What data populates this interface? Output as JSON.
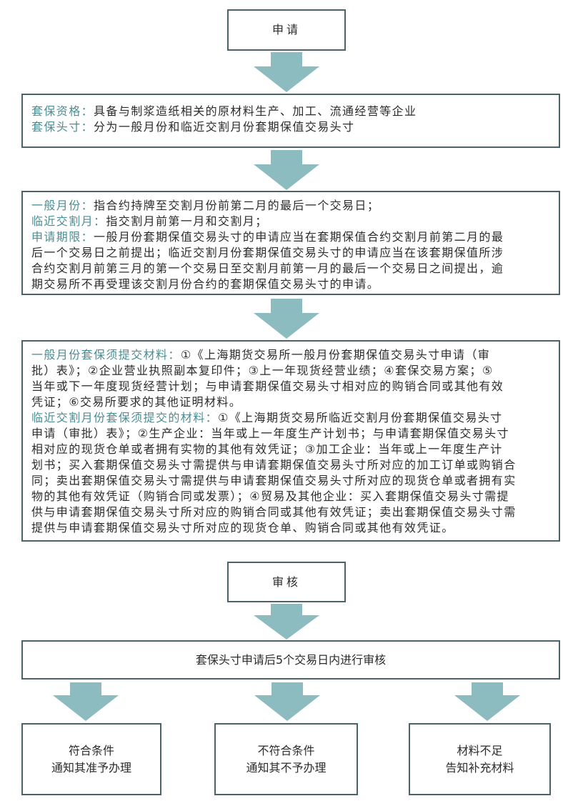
{
  "colors": {
    "arrow": "#8dbcc0",
    "border": "#4b6266",
    "label": "#4a8e93"
  },
  "step_apply": {
    "title": "申请"
  },
  "qualification": {
    "lines": [
      {
        "label": "套保资格：",
        "text": "具备与制浆造纸相关的原材料生产、加工、流通经营等企业"
      },
      {
        "label": "套保头寸：",
        "text": "分为一般月份和临近交割月份套期保值交易头寸"
      }
    ]
  },
  "periods": {
    "lines": [
      {
        "label": "一般月份：",
        "text": "指合约持牌至交割月份前第二月的最后一个交易日；"
      },
      {
        "label": "临近交割月：",
        "text": "指交割月前第一月和交割月；"
      },
      {
        "label": "申请期限：",
        "text": "一般月份套期保值交易头寸的申请应当在套期保值合约交割月前第二月的最"
      },
      {
        "label": "",
        "text": "后一个交易日之前提出；临近交割月份套期保值交易头寸的申请应当在该套期保值所涉"
      },
      {
        "label": "",
        "text": "合约交割月前第三月的第一个交易日至交割月前第一月的最后一个交易日之间提出，逾"
      },
      {
        "label": "",
        "text": "期交易所不再受理该交割月份合约的套期保值交易头寸的申请。"
      }
    ]
  },
  "materials": {
    "lines": [
      {
        "label": "一般月份套保须提交材料：",
        "text": "①《上海期货交易所一般月份套期保值交易头寸申请（审"
      },
      {
        "label": "",
        "text": "批）表》；②企业营业执照副本复印件；③上一年现货经营业绩；④套保交易方案；⑤"
      },
      {
        "label": "",
        "text": "当年或下一年度现货经营计划；与申请套期保值交易头寸相对应的购销合同或其他有效"
      },
      {
        "label": "",
        "text": "凭证；⑥交易所要求的其他证明材料。"
      },
      {
        "label": "临近交割月份套保须提交的材料：",
        "text": "①《上海期货交易所临近交割月份套期保值交易头寸"
      },
      {
        "label": "",
        "text": "申请（审批）表》；②生产企业：当年或上一年度生产计划书；与申请套期保值交易头寸"
      },
      {
        "label": "",
        "text": "相对应的现货仓单或者拥有实物的其他有效凭证；③加工企业：当年或上一年度生产计"
      },
      {
        "label": "",
        "text": "划书；买入套期保值交易头寸需提供与申请套期保值交易头寸所对应的加工订单或购销合"
      },
      {
        "label": "",
        "text": "同；卖出套期保值交易头寸需提供与申请套期保值交易头寸所对应的现货仓单或者拥有实"
      },
      {
        "label": "",
        "text": "物的其他有效凭证（购销合同或发票）；④贸易及其他企业：买入套期保值交易头寸需提"
      },
      {
        "label": "",
        "text": "供与申请套期保值交易头寸所对应的购销合同或其他有效凭证；卖出套期保值交易头寸需"
      },
      {
        "label": "",
        "text": "提供与申请套期保值交易头寸所对应的现货仓单、购销合同或其他有效凭证。"
      }
    ]
  },
  "step_review": {
    "title": "审核"
  },
  "review_note": {
    "text": "套保头寸申请后5个交易日内进行审核"
  },
  "outcomes": [
    {
      "line1": "符合条件",
      "line2": "通知其准予办理"
    },
    {
      "line1": "不符合条件",
      "line2": "通知其不予办理"
    },
    {
      "line1": "材料不足",
      "line2": "告知补充材料"
    }
  ]
}
